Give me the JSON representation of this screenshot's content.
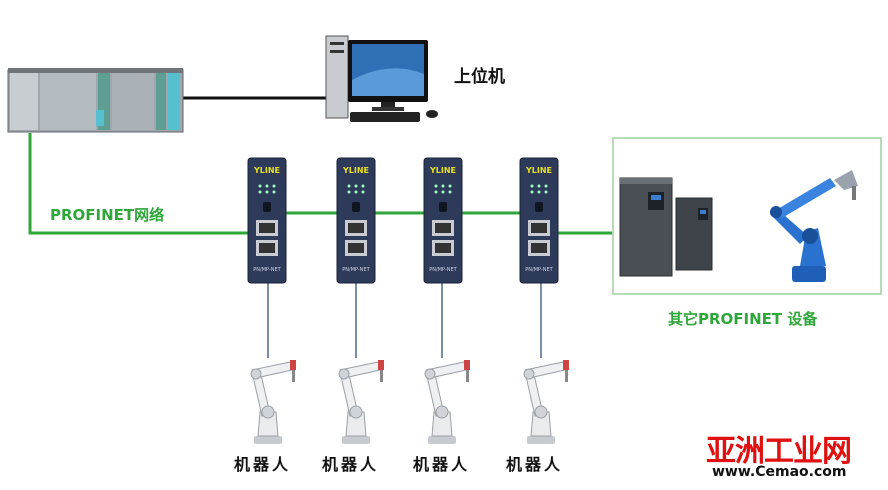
{
  "labels": {
    "host_pc": "上位机",
    "network": "PROFINET网络",
    "other_devices": "其它PROFINET 设备",
    "robot": "机器人"
  },
  "gateways": [
    {
      "brand": "YLINE",
      "model": "PN/MP-NET"
    },
    {
      "brand": "YLINE",
      "model": "PN/MP-NET"
    },
    {
      "brand": "YLINE",
      "model": "PN/MP-NET"
    },
    {
      "brand": "YLINE",
      "model": "PN/MP-NET"
    }
  ],
  "watermark": {
    "name": "亚洲工业网",
    "url": "www.Cemao.com"
  },
  "colors": {
    "network_line": "#2ea63a",
    "serial_line": "#7a8fa6",
    "ethernet_line": "#111111",
    "gateway_body": "#2d3a5a",
    "brand_text": "#e8e020",
    "watermark": "#e01010"
  }
}
